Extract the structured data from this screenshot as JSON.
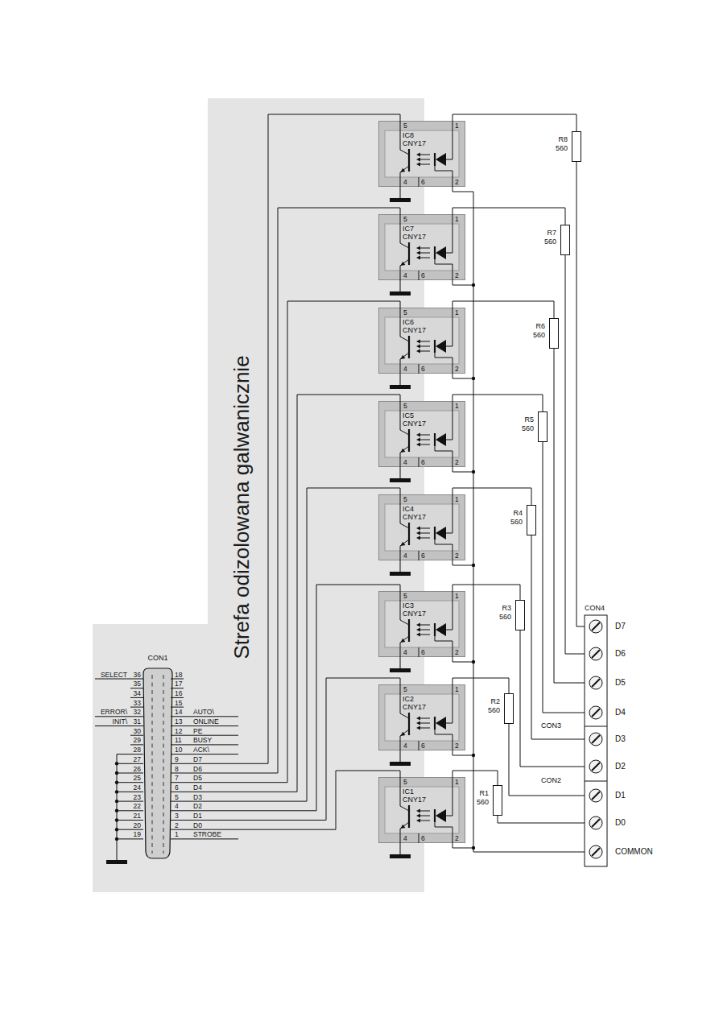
{
  "diagram": {
    "nodes": [
      {
        "text": [
          "Strefa odizolowana galwanicznie"
        ]
      },
      {
        "text": [
          "IC8 CNY17",
          "5",
          "1",
          "4",
          "6",
          "2"
        ]
      },
      {
        "text": [
          "R8",
          "560"
        ]
      },
      {
        "text": [
          "IC7 CNY17",
          "5",
          "1",
          "4",
          "6",
          "2"
        ]
      },
      {
        "text": [
          "R7",
          "560"
        ]
      },
      {
        "text": [
          "IC6 CNY17",
          "5",
          "1",
          "4",
          "6",
          "2"
        ]
      },
      {
        "text": [
          "R6",
          "560"
        ]
      },
      {
        "text": [
          "IC5 CNY17",
          "5",
          "1",
          "4",
          "6",
          "2"
        ]
      },
      {
        "text": [
          "R5",
          "560"
        ]
      },
      {
        "text": [
          "IC4 CNY17",
          "5",
          "1",
          "4",
          "6",
          "2"
        ]
      },
      {
        "text": [
          "R4",
          "560"
        ]
      },
      {
        "text": [
          "IC3 CNY17",
          "5",
          "1",
          "4",
          "6",
          "2"
        ]
      },
      {
        "text": [
          "R3",
          "560"
        ]
      },
      {
        "text": [
          "IC2 CNY17",
          "5",
          "1",
          "4",
          "6",
          "2"
        ]
      },
      {
        "text": [
          "R2",
          "560"
        ]
      },
      {
        "text": [
          "IC1 CNY17",
          "5",
          "1",
          "4",
          "6",
          "2"
        ]
      },
      {
        "text": [
          "R1",
          "560"
        ]
      }
    ],
    "edges": [
      {
        "from": 1,
        "to": 2,
        "arrow": "none"
      },
      {
        "from": 3,
        "to": 4,
        "arrow": "none"
      },
      {
        "from": 5,
        "to": 6,
        "arrow": "none"
      },
      {
        "from": 7,
        "to": 8,
        "arrow": "none"
      },
      {
        "from": 9,
        "to": 10,
        "arrow": "none"
      },
      {
        "from": 11,
        "to": 12,
        "arrow": "none"
      },
      {
        "from": 13,
        "to": 14,
        "arrow": "none"
      },
      {
        "from": 15,
        "to": 16,
        "arrow": "none"
      }
    ],
    "labels": [
      "CON1",
      "SELECT",
      "36",
      "18",
      "35",
      "17",
      "34",
      "16",
      "33",
      "15",
      "ERROR\\",
      "32",
      "14",
      "AUTO\\",
      "INIT\\",
      "31",
      "13",
      "ONLINE",
      "30",
      "12",
      "PE",
      "29",
      "11",
      "BUSY",
      "28",
      "10",
      "ACK\\",
      "27",
      "9",
      "D7",
      "26",
      "8",
      "D6",
      "25",
      "7",
      "D5",
      "24",
      "6",
      "D4",
      "23",
      "5",
      "D3",
      "22",
      "4",
      "D2",
      "21",
      "3",
      "D1",
      "20",
      "2",
      "D0",
      "19",
      "1",
      "STROBE",
      "CON4",
      "D7",
      "D6",
      "D5",
      "D4",
      "CON3",
      "D3",
      "D2",
      "CON2",
      "D1",
      "D0",
      "COMMON"
    ]
  }
}
